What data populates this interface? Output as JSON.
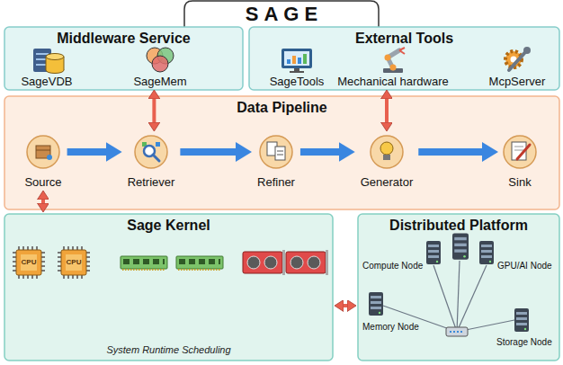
{
  "diagram": {
    "title": "SAGE",
    "nodes": [
      {
        "text": [
          "Middleware Service"
        ]
      },
      {
        "text": [
          "SageVDB"
        ],
        "in": 0
      },
      {
        "text": [
          "SageMem"
        ],
        "in": 0
      },
      {
        "text": [
          "External Tools"
        ]
      },
      {
        "text": [
          "SageTools"
        ],
        "in": 3
      },
      {
        "text": [
          "Mechanical hardware"
        ],
        "in": 3
      },
      {
        "text": [
          "McpServer"
        ],
        "in": 3
      },
      {
        "text": [
          "Data Pipeline"
        ]
      },
      {
        "text": [
          "Source"
        ],
        "in": 7
      },
      {
        "text": [
          "Retriever"
        ],
        "in": 7
      },
      {
        "text": [
          "Refiner"
        ],
        "in": 7
      },
      {
        "text": [
          "Generator"
        ],
        "in": 7
      },
      {
        "text": [
          "Sink"
        ],
        "in": 7
      },
      {
        "text": [
          "Sage Kernel",
          "System Runtime Scheduling"
        ]
      },
      {
        "text": [
          "Distributed Platform"
        ]
      },
      {
        "text": [
          "Compute Node"
        ],
        "in": 14
      },
      {
        "text": [
          "GPU/AI Node"
        ],
        "in": 14
      },
      {
        "text": [
          "Memory Node"
        ],
        "in": 14
      },
      {
        "text": [
          "Storage Node"
        ],
        "in": 14
      }
    ],
    "edges": [
      {
        "from": 2,
        "to": 9,
        "arrow": "both"
      },
      {
        "from": 5,
        "to": 11,
        "arrow": "both"
      },
      {
        "from": 8,
        "to": 9,
        "arrow": "to"
      },
      {
        "from": 9,
        "to": 10,
        "arrow": "to"
      },
      {
        "from": 10,
        "to": 11,
        "arrow": "to"
      },
      {
        "from": 11,
        "to": 12,
        "arrow": "to"
      },
      {
        "from": 8,
        "to": 13,
        "arrow": "both"
      },
      {
        "from": 13,
        "to": 14,
        "arrow": "both"
      }
    ],
    "labels": [
      "CPU",
      "CPU"
    ]
  }
}
